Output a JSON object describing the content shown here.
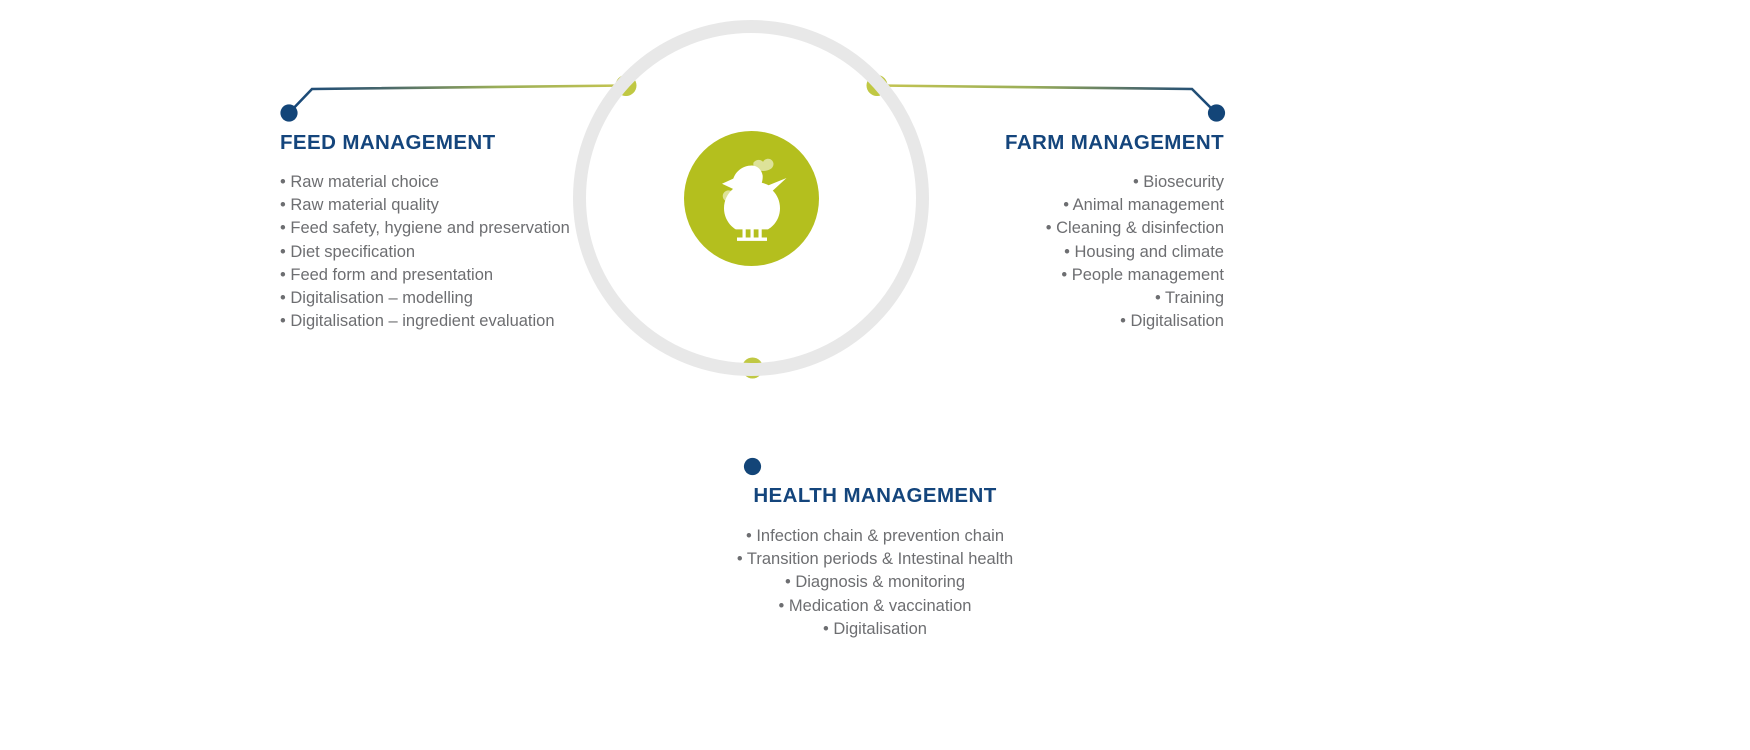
{
  "diagram": {
    "center": {
      "icon": "chicken-icon",
      "circle_color": "#b4bf1e",
      "ring_color": "#e8e8e8"
    },
    "colors": {
      "title": "#14457c",
      "body_text": "#6d6e71",
      "accent_green": "#c5c551",
      "accent_navy": "#14457c",
      "node_green": "#c0c843",
      "node_navy": "#134578"
    },
    "sections": [
      {
        "id": "feed",
        "title": "FEED MANAGEMENT",
        "align": "left",
        "items": [
          "• Raw material choice",
          "• Raw material quality",
          "• Feed safety, hygiene and preservation",
          "• Diet specification",
          "• Feed form and presentation",
          "• Digitalisation – modelling",
          "• Digitalisation – ingredient evaluation"
        ]
      },
      {
        "id": "farm",
        "title": "FARM MANAGEMENT",
        "align": "right",
        "items": [
          "• Biosecurity",
          "• Animal management",
          "• Cleaning & disinfection",
          "• Housing and climate",
          "• People management",
          "• Training",
          "• Digitalisation"
        ]
      },
      {
        "id": "health",
        "title": "HEALTH MANAGEMENT",
        "align": "center",
        "items": [
          "• Infection chain & prevention chain",
          "• Transition periods & Intestinal health",
          "• Diagnosis & monitoring",
          "• Medication & vaccination",
          "• Digitalisation"
        ]
      }
    ]
  }
}
